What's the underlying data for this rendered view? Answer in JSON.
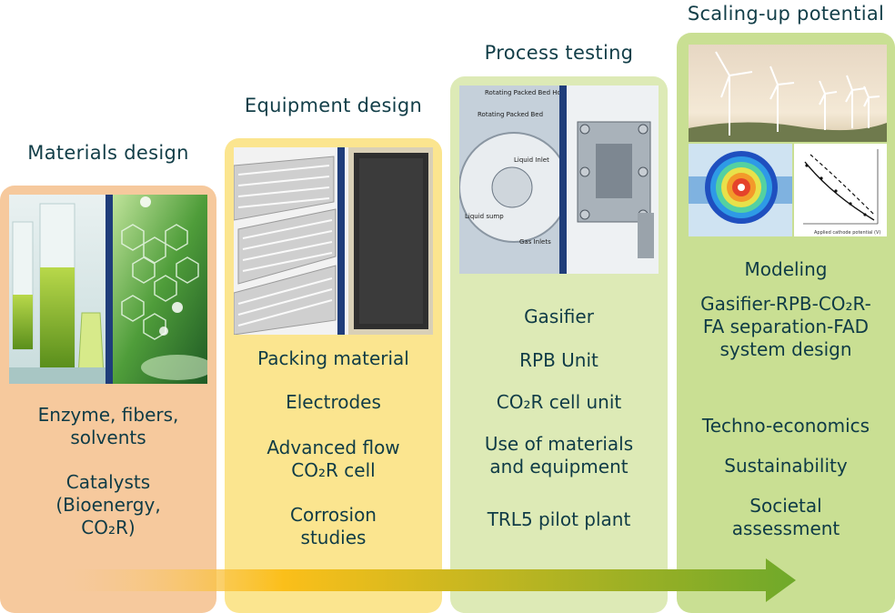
{
  "stages": [
    {
      "title": "Materials design",
      "items": [
        "Enzyme, fibers, solvents",
        "Catalysts (Bioenergy, CO₂R)"
      ]
    },
    {
      "title": "Equipment design",
      "items": [
        "Packing material",
        "Electrodes",
        "Advanced flow CO₂R cell",
        "Corrosion studies"
      ]
    },
    {
      "title": "Process testing",
      "items": [
        "Gasifier",
        "RPB Unit",
        "CO₂R cell unit",
        "Use of materials and equipment",
        "TRL5 pilot plant"
      ]
    },
    {
      "title": "Scaling-up potential",
      "items": [
        "Modeling",
        "Gasifier-RPB-CO₂R-FA separation-FAD system design",
        "Techno-economics",
        "Sustainability",
        "Societal assessment"
      ]
    }
  ],
  "photos": {
    "process_labels": [
      "Rotating Packed Bed Housing",
      "Rotating Packed Bed",
      "Liquid Inlet",
      "Liquid sump",
      "Gas Inlets"
    ],
    "chart_xlabel": "Applied cathode potential (V)"
  },
  "colors": {
    "materials": "#f6c99d",
    "equipment": "#fbe58f",
    "process": "#ddeab6",
    "scaling": "#c9df93",
    "arrow_start": "#f6c99d",
    "arrow_mid": "#fbbf1a",
    "arrow_end": "#6fa92a"
  }
}
